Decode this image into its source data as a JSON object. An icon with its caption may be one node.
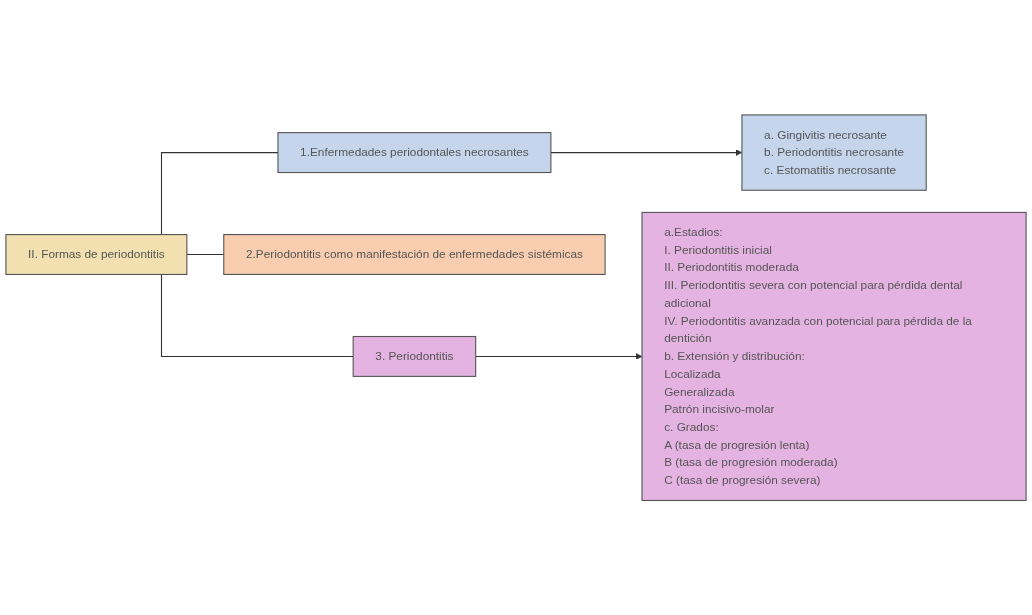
{
  "diagram": {
    "nodes": [
      {
        "text": [
          "II. Formas de periodontitis"
        ]
      },
      {
        "text": [
          "1.Enfermedades periodontales necrosantes"
        ]
      },
      {
        "text": [
          "2.Periodontitis como manifestación de enfermedades sistémicas"
        ]
      },
      {
        "text": [
          "3. Periodontitis"
        ]
      },
      {
        "text": [
          "a. Gingivitis necrosante",
          "b. Periodontitis necrosante",
          "c. Estomatitis necrosante"
        ]
      },
      {
        "text": [
          "a.Estadios:",
          "I. Periodontitis inicial",
          "II. Periodontitis moderada",
          "III. Periodontitis severa con potencial para pérdida dental adicional",
          "IV. Periodontitis avanzada con potencial para pérdida de la dentición",
          "b. Extensión y distribución:",
          "Localizada",
          "Generalizada",
          "Patrón incisivo-molar",
          "c. Grados:",
          "A (tasa de progresión lenta)",
          "B (tasa de progresión moderada)",
          "C (tasa de progresión severa)"
        ]
      }
    ],
    "edges": [
      {
        "from": 0,
        "to": 1,
        "arrow": "none"
      },
      {
        "from": 0,
        "to": 2,
        "arrow": "none"
      },
      {
        "from": 0,
        "to": 3,
        "arrow": "none"
      },
      {
        "from": 1,
        "to": 4,
        "arrow": "to"
      },
      {
        "from": 3,
        "to": 5,
        "arrow": "to"
      }
    ]
  }
}
